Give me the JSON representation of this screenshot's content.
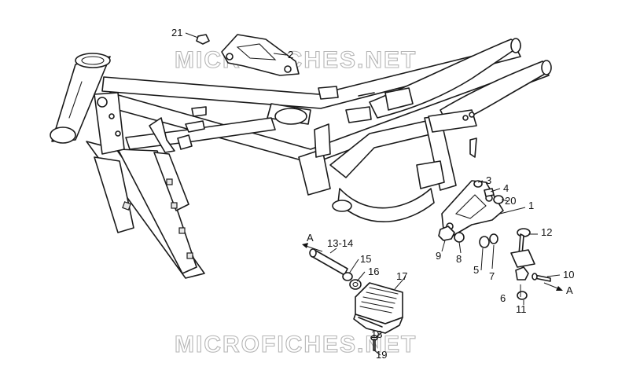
{
  "watermark": "MICROFICHES.NET",
  "callouts": {
    "c1": "1",
    "c2": "2",
    "c3": "3",
    "c4": "4",
    "c5": "5",
    "c6": "6",
    "c7": "7",
    "c8": "8",
    "c9": "9",
    "c10": "10",
    "c11": "11",
    "c12": "12",
    "c13_14": "13-14",
    "c15": "15",
    "c16": "16",
    "c17": "17",
    "c18": "18",
    "c19": "19",
    "c20": "20",
    "c21": "21"
  },
  "arrows": {
    "left": "A",
    "right": "A"
  }
}
